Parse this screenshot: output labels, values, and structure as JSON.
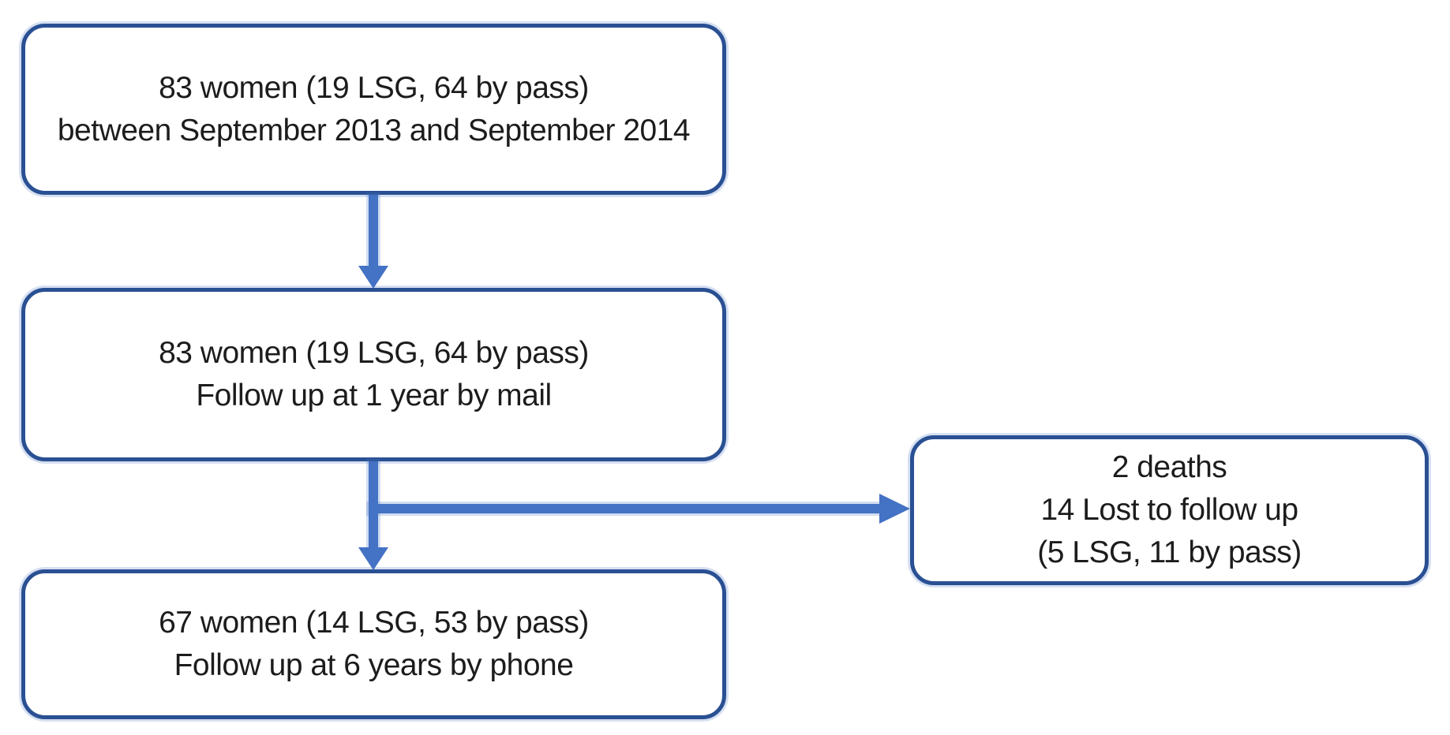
{
  "flowchart": {
    "boxes": {
      "enrollment": {
        "line1": "83 women (19 LSG, 64 by pass)",
        "line2": "between September 2013 and September 2014"
      },
      "followup1": {
        "line1": "83 women (19 LSG, 64 by pass)",
        "line2": "Follow up at 1 year by mail"
      },
      "attrition": {
        "line1": "2 deaths",
        "line2": "14 Lost to follow up",
        "line3": "(5 LSG, 11 by pass)"
      },
      "followup6": {
        "line1": "67 women (14 LSG, 53 by pass)",
        "line2": "Follow up at 6 years by phone"
      }
    },
    "colors": {
      "box_border": "#2a5093",
      "arrow": "#4472c4",
      "text": "#1c1c1c",
      "background": "#ffffff"
    }
  }
}
